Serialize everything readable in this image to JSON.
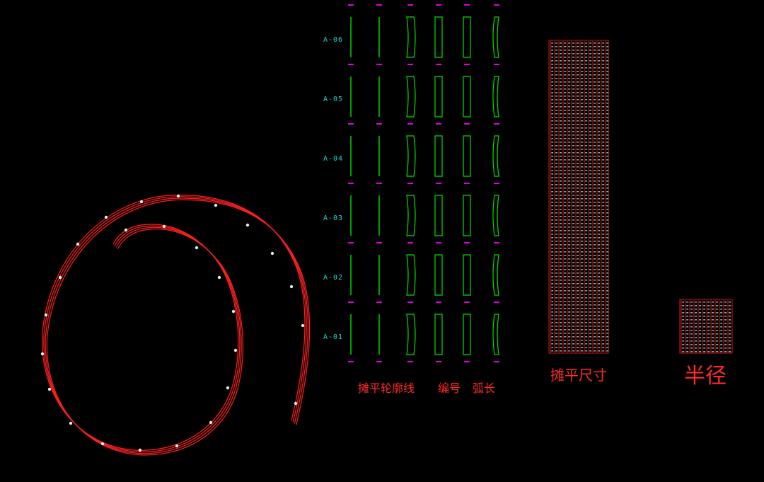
{
  "row_labels": [
    "A-06",
    "A-05",
    "A-04",
    "A-03",
    "A-02",
    "A-01"
  ],
  "bottom_labels": {
    "unfold_outline": "摊平轮廓线",
    "number": "编号",
    "arc_length": "弧长",
    "unfold_size": "摊平尺寸",
    "radius": "半径"
  },
  "colors": {
    "background": "#000000",
    "panel_outline": "#00e000",
    "tag_text": "#e000e0",
    "row_label": "#2fd0d0",
    "spiral": "#ff2020",
    "annotation": "#ff2a2a",
    "table_text": "#cfe8e8"
  }
}
